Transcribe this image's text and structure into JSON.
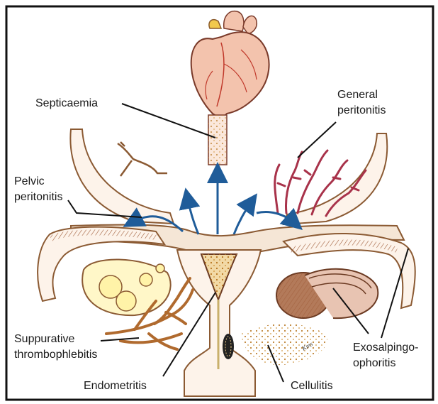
{
  "labels": {
    "septicaemia": "Septicaemia",
    "general_1": "General",
    "general_2": "peritonitis",
    "pelvic_1": "Pelvic",
    "pelvic_2": "peritonitis",
    "suppurative_1": "Suppurative",
    "suppurative_2": "thrombophlebitis",
    "endometritis": "Endometritis",
    "cellulitis": "Cellulitis",
    "exo_1": "Exosalpingo-",
    "exo_2": "ophoritis"
  },
  "signature": "Kms",
  "colors": {
    "border": "#111111",
    "heart": "#f3c3ad",
    "vessel": "#c0392b",
    "arrow": "#1f5c99",
    "uterus": "#f5e6d6",
    "peritoneum_fill": "#fdf3ea",
    "peritoneum_stroke": "#8b5a33",
    "vein": "#b06a2e",
    "ovary": "#fff7c8",
    "cyst": "#fff3a8",
    "red_vessels": "#a8324a",
    "tissue_brown": "#a05d3a"
  },
  "icons": [
    "heart-illustration",
    "uterus-illustration",
    "fallopian-tube",
    "ovary",
    "arrows"
  ]
}
